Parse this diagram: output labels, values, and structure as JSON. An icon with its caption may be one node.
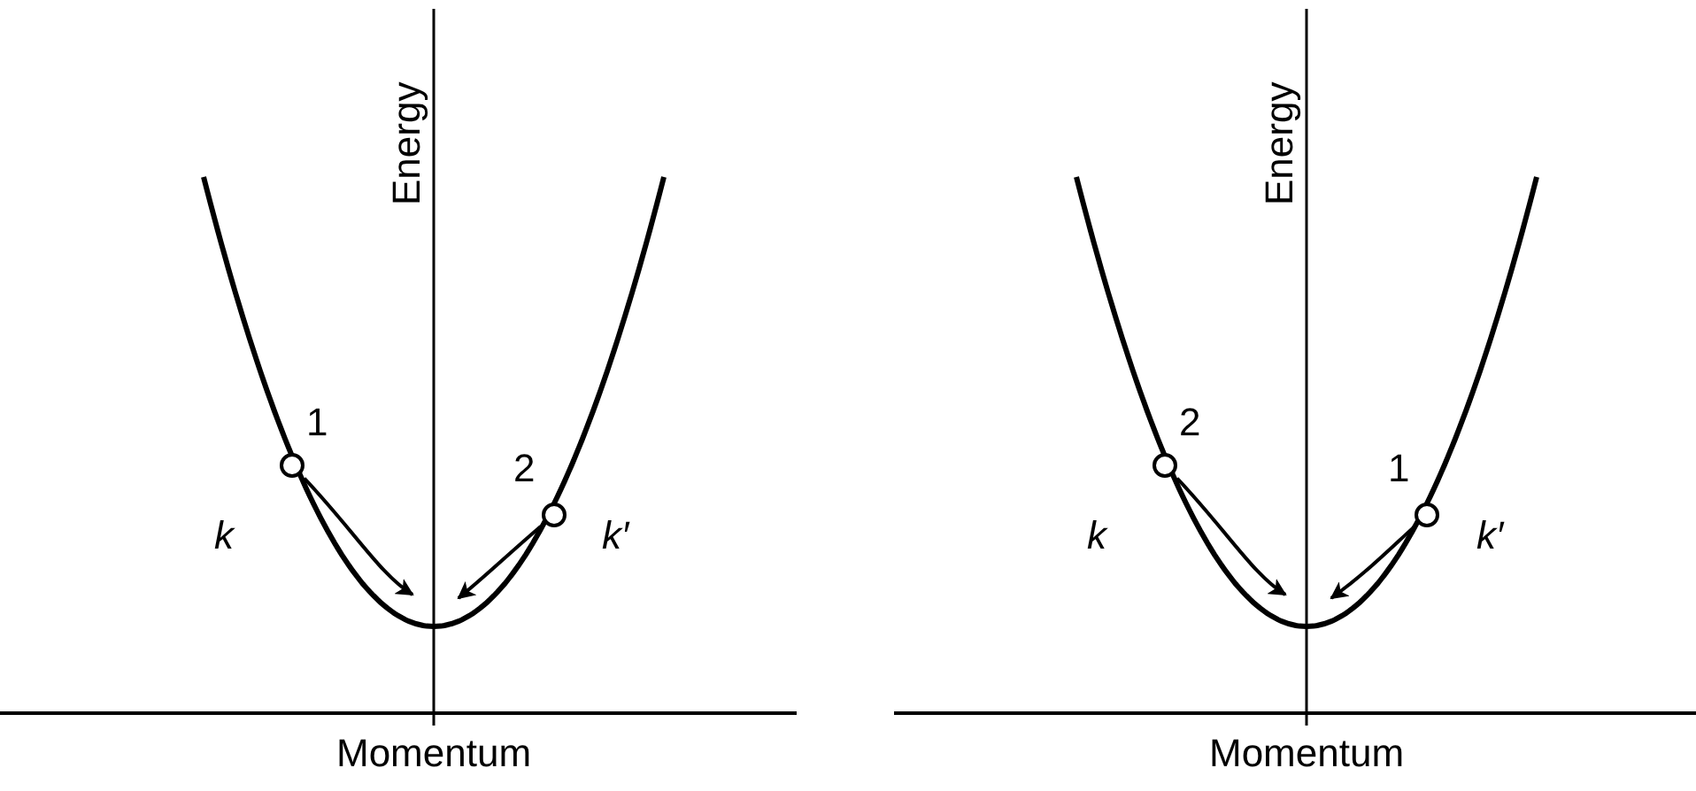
{
  "diagram": {
    "nodes": [
      {
        "text": [],
        "shape": "circle",
        "beside": [
          "1"
        ]
      },
      {
        "text": [],
        "shape": "circle",
        "beside": [
          "2"
        ]
      },
      {
        "text": [],
        "shape": "circle",
        "beside": [
          "2"
        ]
      },
      {
        "text": [],
        "shape": "circle",
        "beside": [
          "1"
        ]
      }
    ],
    "edges": [
      {
        "from": 0,
        "to": null,
        "arrow": "to"
      },
      {
        "from": 1,
        "to": null,
        "arrow": "to"
      },
      {
        "from": 2,
        "to": null,
        "arrow": "to"
      },
      {
        "from": 3,
        "to": null,
        "arrow": "to"
      }
    ],
    "labels": [
      "Energy",
      "k",
      "k′",
      "Momentum",
      "Energy",
      "k",
      "k′",
      "Momentum"
    ]
  }
}
